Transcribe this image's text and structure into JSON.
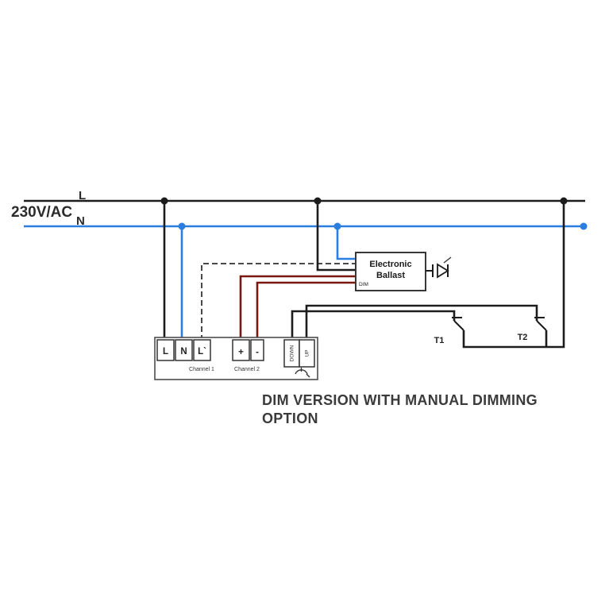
{
  "supply": {
    "voltage_label": "230V/AC",
    "live_label": "L",
    "neutral_label": "N"
  },
  "terminal_block": {
    "terminals": [
      "L",
      "N",
      "L`",
      "+",
      "-"
    ],
    "down_label": "DOWN",
    "up_label": "UP",
    "channel1_label": "Channel 1",
    "channel2_label": "Channel 2"
  },
  "ballast": {
    "name_line1": "Electronic",
    "name_line2": "Ballast",
    "dim_label": "DIM"
  },
  "buttons": {
    "t1_label": "T1",
    "t2_label": "T2"
  },
  "caption": {
    "line1": "DIM VERSION WITH MANUAL DIMMING",
    "line2": "OPTION"
  },
  "colors": {
    "wire_black": "#1c1c1c",
    "wire_blue": "#2a7de1",
    "wire_red": "#7a170e",
    "wire_dashed": "#4a4a4a",
    "text_color": "#333333",
    "caption_color": "#3b3b3b"
  }
}
